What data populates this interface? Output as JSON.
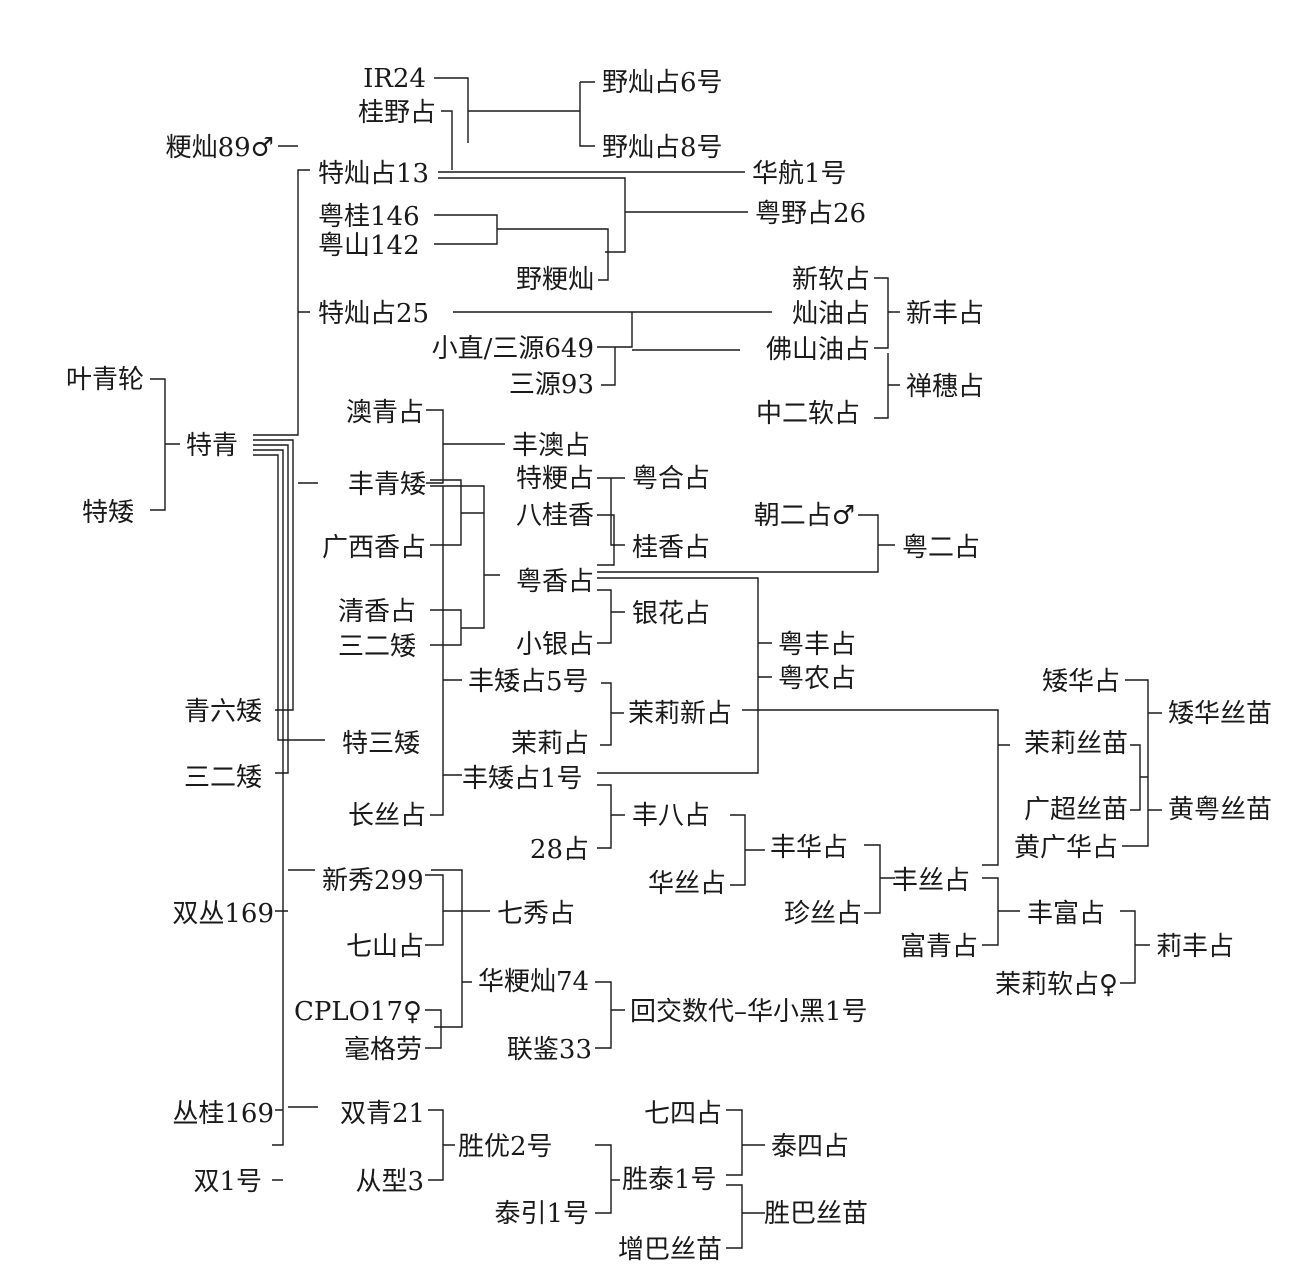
{
  "nodes": {
    "ir24": "IR24",
    "guiyezhan": "桂野占",
    "yexianzhan6": "野灿占6号",
    "yexianzhan8": "野灿占8号",
    "jingxian89": "粳灿89♂",
    "texianzhan13": "特灿占13",
    "huahang1": "华航1号",
    "yuegui146": "粤桂146",
    "yueshan142": "粤山142",
    "yeyezhan26": "粤野占26",
    "yejingxian": "野粳灿",
    "xinruanzhan": "新软占",
    "texianzhan25": "特灿占25",
    "canyouzhan": "灿油占",
    "xinfengzhan": "新丰占",
    "xiaozhi649": "小直/三源649",
    "foshanyouzhan": "佛山油占",
    "sanyuan93": "三源93",
    "chansuizhan": "禅穗占",
    "yeqinglun": "叶青轮",
    "zhongerruanzhan": "中二软占",
    "aoqingzhan": "澳青占",
    "teqing": "特青",
    "fengaozhan": "丰澳占",
    "teai": "特矮",
    "tejingzhan": "特粳占",
    "yuehezhan": "粤合占",
    "fengqingai": "丰青矮",
    "baguixiang": "八桂香",
    "chaoerzhan": "朝二占♂",
    "guangxixiangzhan": "广西香占",
    "guixiangzhan": "桂香占",
    "yueerzhan": "粤二占",
    "yuexiangzhan": "粤香占",
    "qingxiangzhan": "清香占",
    "yinhuazhan": "银花占",
    "sanerai_a": "三二矮",
    "xiaoyinzhan": "小银占",
    "yuefengzhan": "粤丰占",
    "yuenongzhan": "粤农占",
    "aihuazhan": "矮华占",
    "fengaizhan5": "丰矮占5号",
    "qingliuai": "青六矮",
    "molixinzhan": "茉莉新占",
    "aihuasimiao": "矮华丝苗",
    "molizhan": "茉莉占",
    "tesanai": "特三矮",
    "molisimiao": "茉莉丝苗",
    "sanerai_b": "三二矮",
    "fengaizhan1": "丰矮占1号",
    "guangchaosimiao": "广超丝苗",
    "huangyuesimiao": "黄粤丝苗",
    "changsizhan": "长丝占",
    "fengbazhan": "丰八占",
    "fenghuazhan": "丰华占",
    "huangguanghuazhan": "黄广华占",
    "zhan28": "28占",
    "xinxiu299": "新秀299",
    "huasizhan": "华丝占",
    "fengsizhan": "丰丝占",
    "shuangcong169": "双丛169",
    "qixiuzhan": "七秀占",
    "zhensizhan": "珍丝占",
    "fengfuzhan": "丰富占",
    "qishanzhan": "七山占",
    "fuqingzhan": "富青占",
    "lifengzhan": "莉丰占",
    "huajingxian74": "华粳灿74",
    "moliruanzhan": "茉莉软占♀",
    "cplo17": "CPLO17♀",
    "huiji": "回交数代–华小黑1号",
    "haogelao": "毫格劳",
    "lianjian33": "联鉴33",
    "conggui169": "丛桂169",
    "shuangqing21": "双青21",
    "qisizhan": "七四占",
    "shengyou2": "胜优2号",
    "taisizhan": "泰四占",
    "congxing3": "从型3",
    "shengtai1": "胜泰1号",
    "shuang1": "双1号",
    "taiyin1": "泰引1号",
    "shengbasimiao": "胜巴丝苗",
    "zengbasimiao": "增巴丝苗"
  }
}
